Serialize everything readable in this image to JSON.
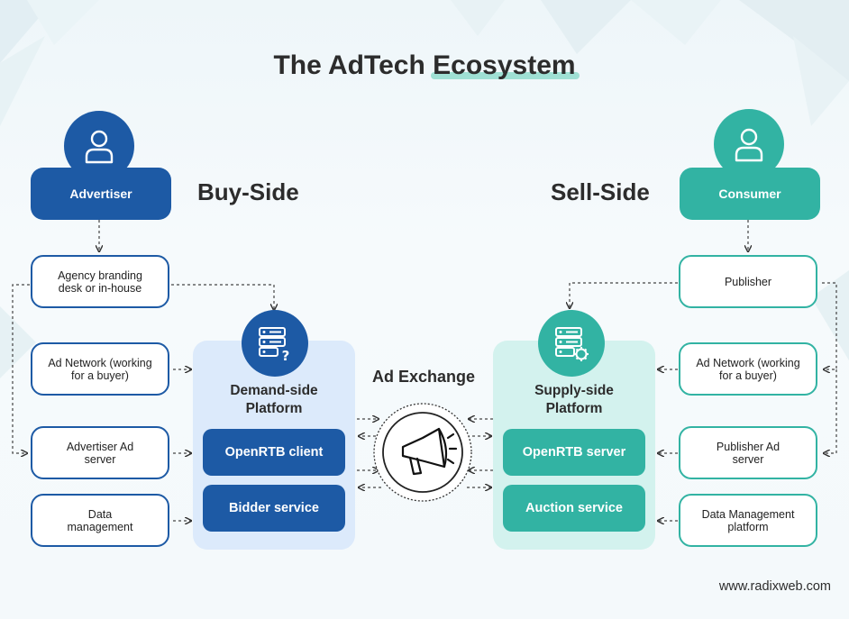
{
  "title": {
    "prefix": "The AdTech ",
    "highlight": "Ecosystem"
  },
  "buy_side": {
    "heading": "Buy-Side",
    "role": "Advertiser",
    "nodes": [
      "Agency branding desk or in-house",
      "Ad Network (working for a buyer)",
      "Advertiser Ad server",
      "Data management"
    ],
    "platform": {
      "title": "Demand-side Platform",
      "services": [
        "OpenRTB client",
        "Bidder service"
      ]
    }
  },
  "sell_side": {
    "heading": "Sell-Side",
    "role": "Consumer",
    "nodes": [
      "Publisher",
      "Ad Network (working for a buyer)",
      "Publisher Ad server",
      "Data Management platform"
    ],
    "platform": {
      "title": "Supply-side Platform",
      "services": [
        "OpenRTB server",
        "Auction service"
      ]
    }
  },
  "exchange": {
    "label": "Ad Exchange"
  },
  "footer": {
    "url": "www.radixweb.com"
  },
  "icons": {
    "person": "person-icon",
    "server_buy": "server-question-icon",
    "server_sell": "server-gear-icon",
    "exchange": "megaphone-icon"
  },
  "colors": {
    "navy": "#1d5aa5",
    "teal": "#32b3a3",
    "panel_buy": "#dceafb",
    "panel_sell": "#d3f2ee",
    "text": "#2c2c2c"
  }
}
